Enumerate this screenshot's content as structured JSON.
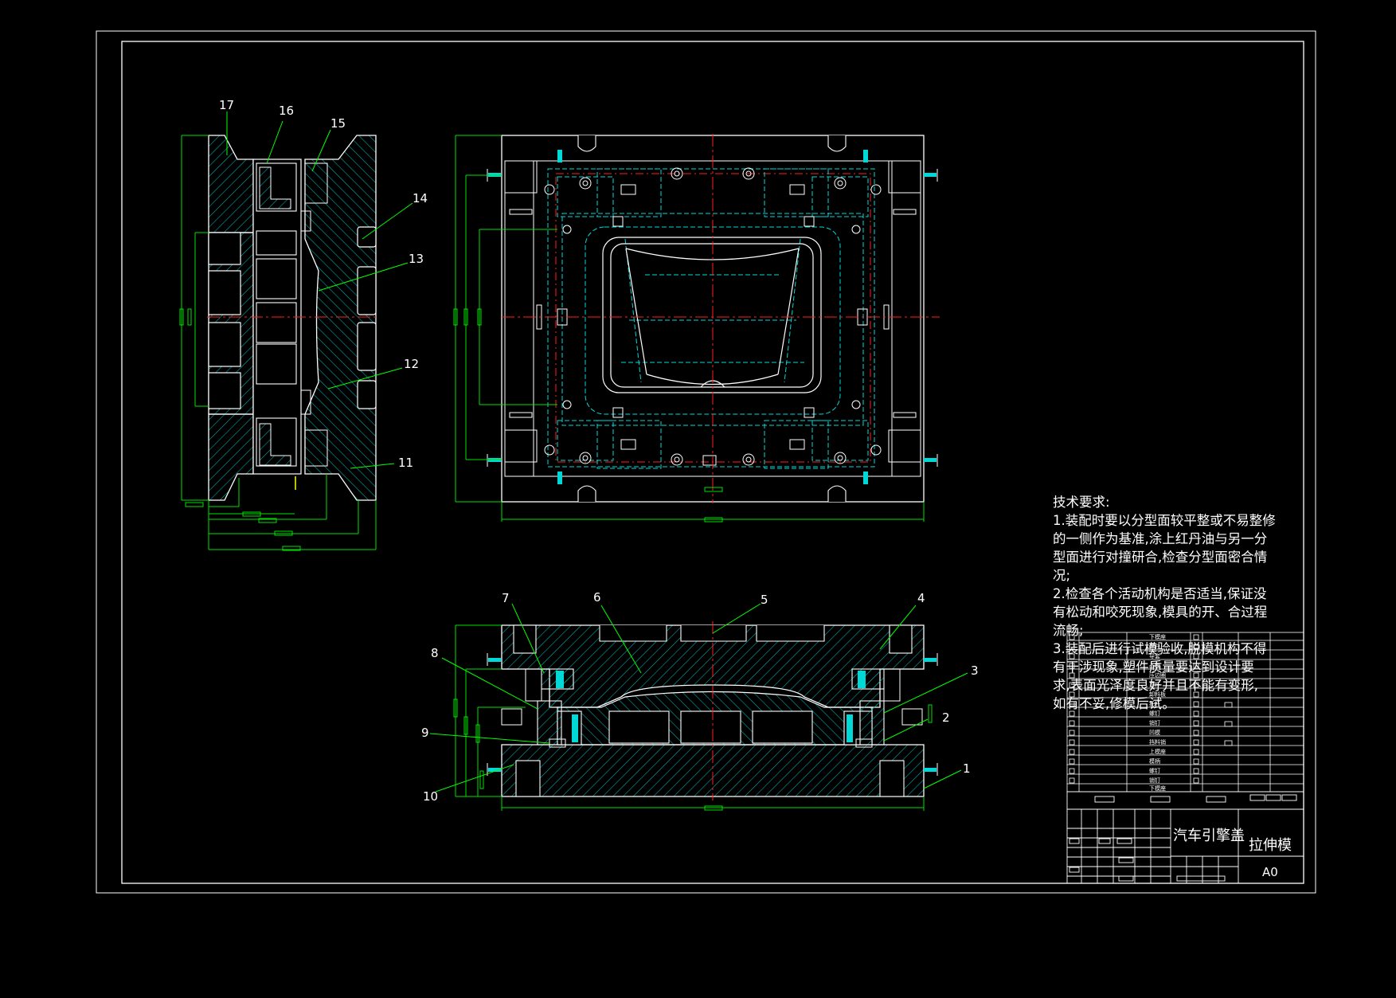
{
  "drawing": {
    "colors": {
      "background": "#000000",
      "frame": "#ffffff",
      "outline": "#ffffff",
      "hatch": "#00b4b4",
      "hidden": "#00d8d8",
      "dimension": "#00e000",
      "centerline": "#ff2020",
      "leader": "#00ff00",
      "label": "#ffffff",
      "accent": "#ffff00"
    },
    "part_labels": [
      "1",
      "2",
      "3",
      "4",
      "5",
      "6",
      "7",
      "8",
      "9",
      "10",
      "11",
      "12",
      "13",
      "14",
      "15",
      "16",
      "17"
    ],
    "tech_requirements": {
      "heading": "技术要求:",
      "lines": [
        "1.装配时要以分型面较平整或不易整修",
        "的一侧作为基准,涂上红丹油与另一分",
        "型面进行对撞研合,检查分型面密合情",
        "况;",
        "2.检查各个活动机构是否适当,保证没",
        "有松动和咬死现象,模具的开、合过程",
        "流畅;",
        "3.装配后进行试模验收,脱模机构不得",
        "有干涉现象,塑件质量要达到设计要",
        "求,表面光泽度良好并且不能有变形,",
        "如有不妥,修模后试。"
      ]
    },
    "bom_rows": [
      "下模座",
      "导柱",
      "导套",
      "凸模",
      "压边圈",
      "顶杆",
      "卸料板",
      "托杆",
      "螺钉",
      "销钉",
      "凹模",
      "挡料销",
      "上模座",
      "模柄",
      "螺钉",
      "销钉",
      "下模座"
    ],
    "title_block": {
      "part_name": "汽车引擎盖",
      "drawing_name": "拉伸模",
      "sheet_size": "A0"
    }
  }
}
